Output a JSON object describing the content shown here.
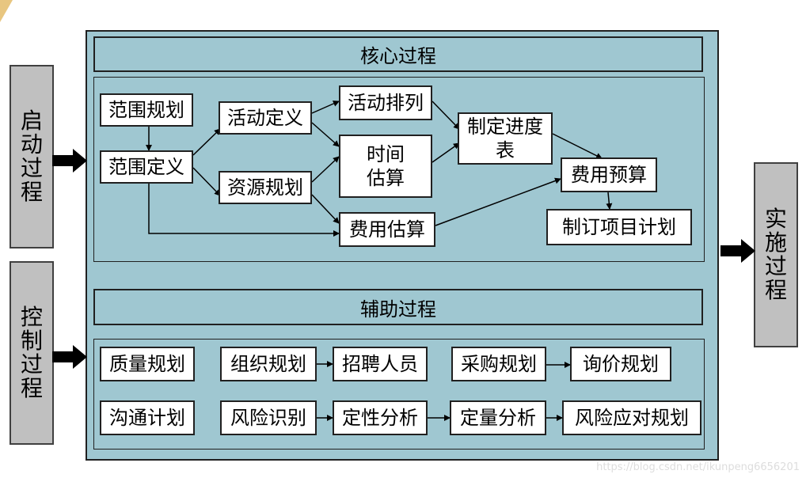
{
  "side": {
    "startup": "启动过程",
    "control": "控制过程",
    "execute": "实施过程"
  },
  "core": {
    "title": "核心过程",
    "nodes": {
      "scope_planning": "范围规划",
      "scope_definition": "范围定义",
      "activity_definition": "活动定义",
      "resource_planning": "资源规划",
      "activity_sequencing": "活动排列",
      "time_estimate_1": "时间",
      "time_estimate_2": "估算",
      "cost_estimate": "费用估算",
      "schedule_1": "制定进度",
      "schedule_2": "表",
      "cost_budget": "费用预算",
      "project_plan": "制订项目计划"
    }
  },
  "support": {
    "title": "辅助过程",
    "nodes": {
      "quality_planning": "质量规划",
      "org_planning": "组织规划",
      "staff_acquisition": "招聘人员",
      "procurement_planning": "采购规划",
      "solicitation_planning": "询价规划",
      "communication_planning": "沟通计划",
      "risk_identification": "风险识别",
      "qualitative_analysis": "定性分析",
      "quantitative_analysis": "定量分析",
      "risk_response_planning": "风险应对规划"
    }
  },
  "watermark": "https://blog.csdn.net/ikunpeng6656201"
}
